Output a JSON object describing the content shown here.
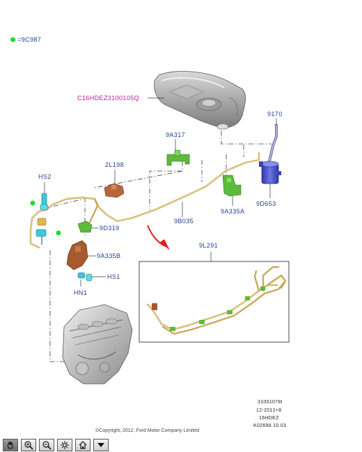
{
  "legend": {
    "marker_color": "#22dd22",
    "text": "=9C987"
  },
  "labels": {
    "tank": "C16HDEZ3100105Q",
    "l9170": "9170",
    "l9a317": "9A317",
    "l2l198": "2L198",
    "hs2": "HS2",
    "l9d319": "9D319",
    "l9a335a": "9A335A",
    "l9d653": "9D653",
    "l9b035": "9B035",
    "l9a335b": "9A335B",
    "hs1": "HS1",
    "hn1": "HN1",
    "l9l291": "9L291"
  },
  "footer": {
    "code1": "3100107M",
    "code2": "12-2012+8",
    "code3": "16HDEZ",
    "code4": "K02698 10 03",
    "copyright": "©Copyright, 2012, Ford Motor Company Limited"
  },
  "toolbar": {
    "icons": [
      "pan-icon",
      "zoom-in-icon",
      "zoom-out-icon",
      "fit-icon",
      "home-icon",
      "menu-arrow-icon"
    ]
  },
  "colors": {
    "label_blue": "#1f3f8f",
    "label_magenta": "#c2189a",
    "pipe": "#c9a95a",
    "part_green": "#5cbb3a",
    "part_cyan": "#3fc7d6",
    "part_brown": "#a65a2e",
    "canister": "#4b55c8",
    "callout_arrow": "#e01c1c"
  }
}
